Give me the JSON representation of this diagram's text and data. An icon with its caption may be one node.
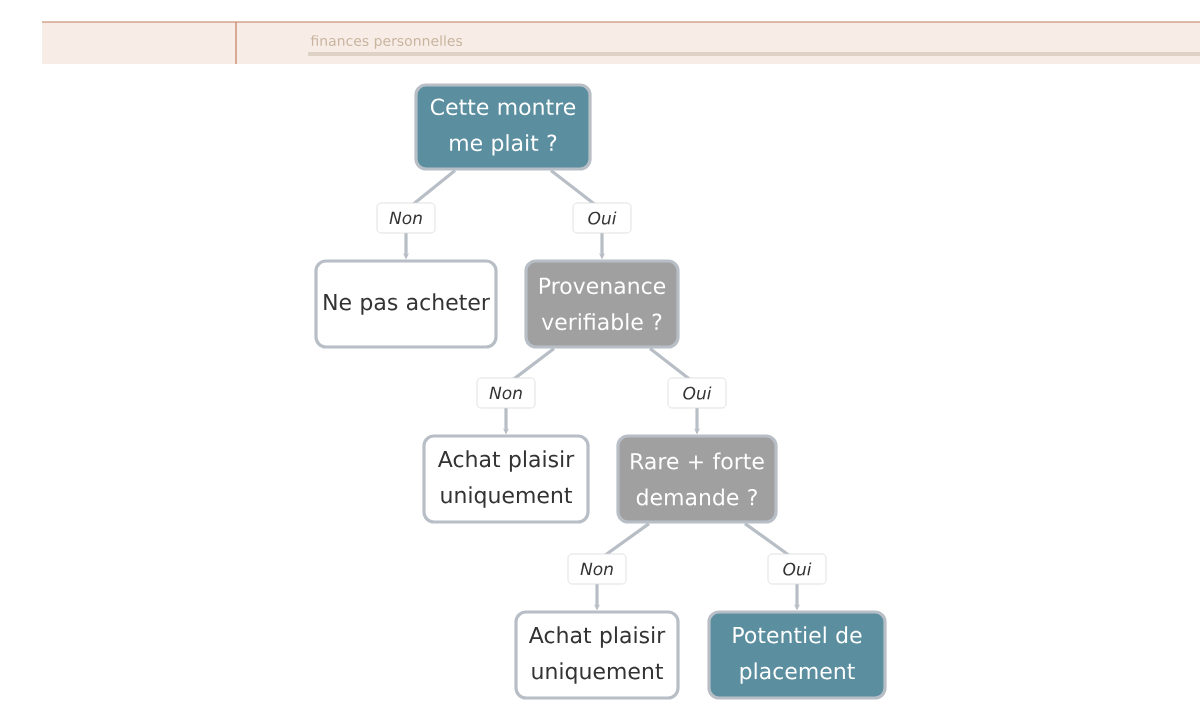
{
  "diagram": {
    "nodes": [
      {
        "text": [
          "Cette montre me plait ?"
        ]
      },
      {
        "text": [
          "Ne pas acheter"
        ]
      },
      {
        "text": [
          "Provenance verifiable ?"
        ]
      },
      {
        "text": [
          "Achat plaisir uniquement"
        ]
      },
      {
        "text": [
          "Rare + forte demande ?"
        ]
      },
      {
        "text": [
          "Achat plaisir uniquement"
        ]
      },
      {
        "text": [
          "Potentiel de placement"
        ]
      }
    ],
    "edges": [
      {
        "from": 0,
        "to": 1,
        "arrow": "to",
        "label": "Non"
      },
      {
        "from": 0,
        "to": 2,
        "arrow": "to",
        "label": "Oui"
      },
      {
        "from": 2,
        "to": 3,
        "arrow": "to",
        "label": "Non"
      },
      {
        "from": 2,
        "to": 4,
        "arrow": "to",
        "label": "Oui"
      },
      {
        "from": 4,
        "to": 5,
        "arrow": "to",
        "label": "Non"
      },
      {
        "from": 4,
        "to": 6,
        "arrow": "to",
        "label": "Oui"
      }
    ],
    "labels": [
      "finances personnelles"
    ]
  }
}
